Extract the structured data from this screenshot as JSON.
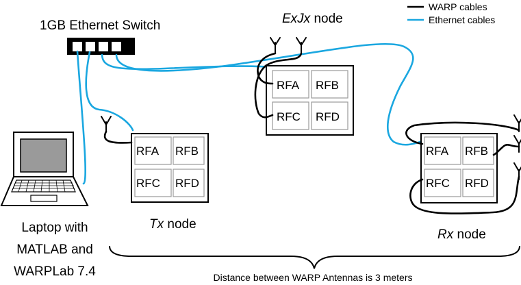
{
  "legend": {
    "warp": {
      "label": "WARP cables",
      "color": "#000000"
    },
    "ethernet": {
      "label": "Ethernet cables",
      "color": "#1aa7e0"
    }
  },
  "switch_label": "1GB Ethernet Switch",
  "laptop_label": [
    "Laptop with",
    "MATLAB and",
    "WARPLab 7.4"
  ],
  "nodes": {
    "exjx": {
      "label_italic": "ExJx",
      "label_rest": " node"
    },
    "tx": {
      "label_italic": "Tx",
      "label_rest": " node"
    },
    "rx": {
      "label_italic": "Rx",
      "label_rest": " node"
    }
  },
  "ports": {
    "a": "RFA",
    "b": "RFB",
    "c": "RFC",
    "d": "RFD"
  },
  "distance_label": "Distance between WARP Antennas is 3 meters"
}
